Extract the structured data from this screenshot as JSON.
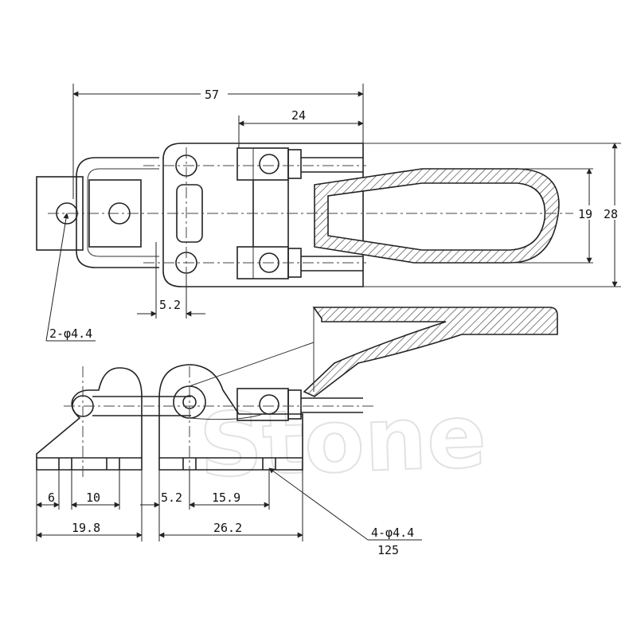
{
  "watermark": "Stone",
  "dimensions": {
    "overall_length": "57",
    "handle_offset": "24",
    "width_inner": "19",
    "width_outer": "28",
    "slot_offset": "5.2",
    "holes_top": "2-φ4.4",
    "latch_6": "6",
    "latch_10": "10",
    "latch_base": "19.8",
    "base_5_2": "5.2",
    "base_15_9": "15.9",
    "base_26_2": "26.2",
    "holes_bottom": "4-φ4.4",
    "total_125": "125"
  }
}
